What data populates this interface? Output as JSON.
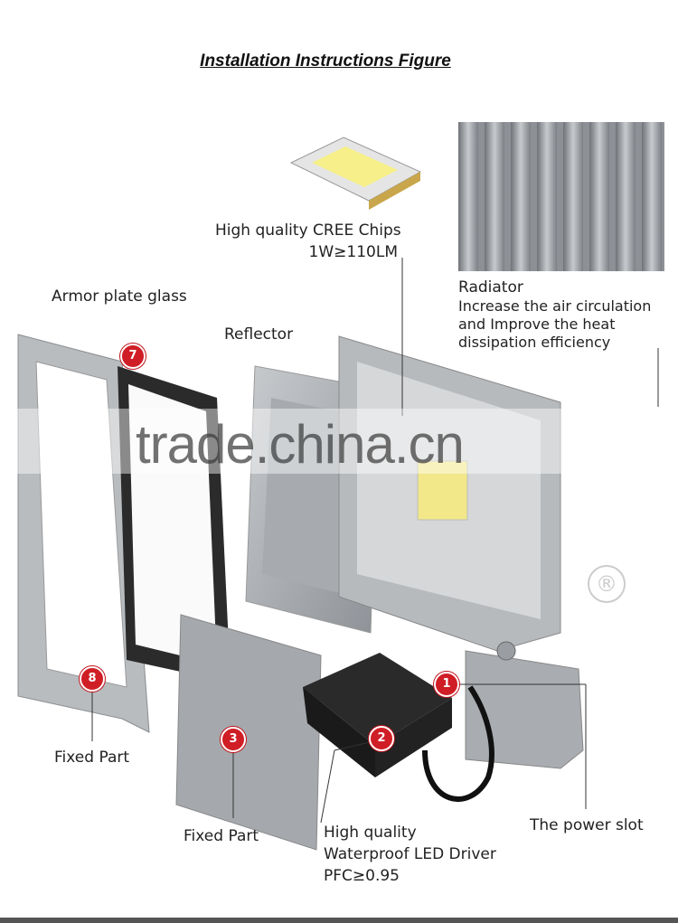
{
  "title": "Installation Instructions Figure",
  "labels": {
    "chip_line1": "High quality CREE Chips",
    "chip_line2": "1W≥110LM",
    "radiator_title": "Radiator",
    "radiator_line1": "Increase the air circulation",
    "radiator_line2": "and Improve the heat",
    "radiator_line3": "dissipation efficiency",
    "armor": "Armor plate glass",
    "reflector": "Reflector",
    "fixed_part_left": "Fixed Part",
    "fixed_part_bottom": "Fixed Part",
    "driver_line1": "High quality",
    "driver_line2": "Waterproof LED Driver",
    "driver_line3": "PFC≥0.95",
    "power_slot": "The power slot"
  },
  "badges": [
    "7",
    "8",
    "3",
    "2",
    "1"
  ],
  "watermark": "trade.china.cn",
  "registered": "®"
}
